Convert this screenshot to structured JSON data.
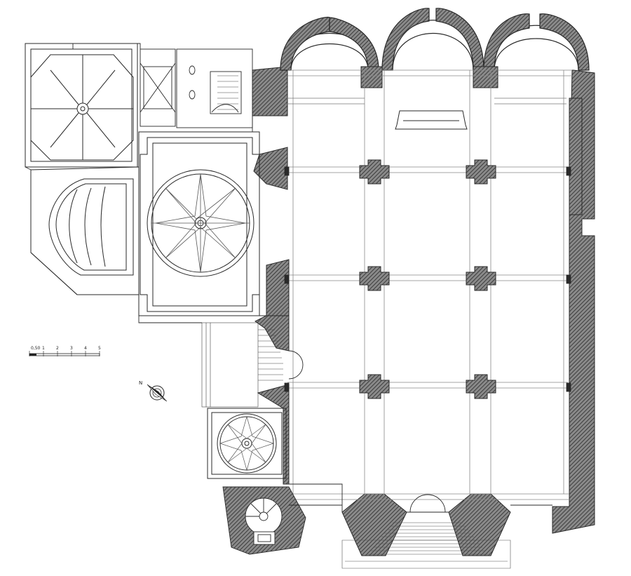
{
  "scale_bar": {
    "ticks": [
      "0,50",
      "1",
      "2",
      "3",
      "4",
      "5"
    ]
  },
  "north_arrow": {
    "label": "N"
  },
  "colors": {
    "wall_fill": "#5a5a5a",
    "line": "#2a2a2a",
    "thin_line": "#777777",
    "background": "#ffffff"
  }
}
